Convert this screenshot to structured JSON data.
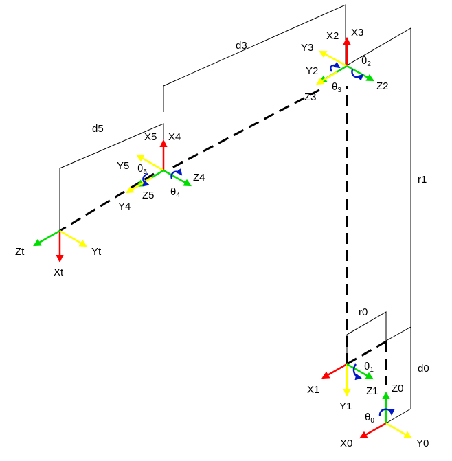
{
  "dimensions": {
    "d3": "d3",
    "d5": "d5",
    "r1": "r1",
    "r0": "r0",
    "d0": "d0"
  },
  "frames": {
    "f0": {
      "x": "X0",
      "y": "Y0",
      "z": "Z0"
    },
    "f1": {
      "x": "X1",
      "y": "Y1",
      "z": "Z1"
    },
    "f2": {
      "x": "X2",
      "y": "Y2",
      "z": "Z2"
    },
    "f3": {
      "x": "X3",
      "y": "Y3",
      "z": "Z3"
    },
    "f4": {
      "x": "X4",
      "y": "Y4",
      "z": "Z4"
    },
    "f5": {
      "x": "X5",
      "y": "Y5",
      "z": "Z5"
    },
    "ft": {
      "x": "Xt",
      "y": "Yt",
      "z": "Zt"
    }
  },
  "joints": {
    "theta_symbol": "θ",
    "j0": "0",
    "j1": "1",
    "j2": "2",
    "j3": "3",
    "j4": "4",
    "j5": "5"
  },
  "colors": {
    "x_axis": "#ff0000",
    "y_axis": "#ffff00",
    "z_axis": "#00dd00",
    "rotation": "#0018c8",
    "lines": "#000000"
  }
}
